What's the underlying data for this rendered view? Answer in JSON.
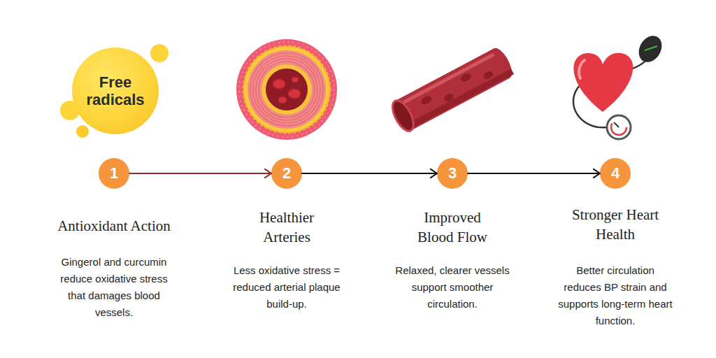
{
  "diagram": {
    "nodes": [
      {
        "text": [
          "Free radicals"
        ]
      },
      {
        "text": [
          "1",
          "Antioxidant Action",
          "Gingerol and curcumin reduce oxidative stress that damages blood vessels."
        ]
      },
      {
        "text": [
          "2",
          "Healthier Arteries",
          "Less oxidative stress = reduced arterial plaque build-up."
        ]
      },
      {
        "text": [
          "3",
          "Improved Blood Flow",
          "Relaxed, clearer vessels support smoother circulation."
        ]
      },
      {
        "text": [
          "4",
          "Stronger Heart Health",
          "Better circulation reduces BP strain and supports long-term heart function."
        ]
      }
    ],
    "edges": [
      {
        "from": 1,
        "to": 2,
        "arrow": "to"
      },
      {
        "from": 2,
        "to": 3,
        "arrow": "to"
      },
      {
        "from": 3,
        "to": 4,
        "arrow": "to"
      }
    ]
  }
}
